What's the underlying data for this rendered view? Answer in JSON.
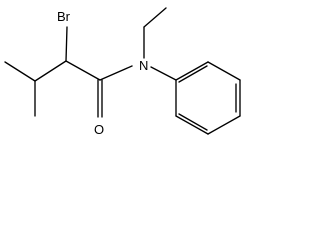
{
  "molecule": {
    "atoms": {
      "bromine": "Br",
      "nitrogen": "N",
      "oxygen": "O"
    }
  }
}
